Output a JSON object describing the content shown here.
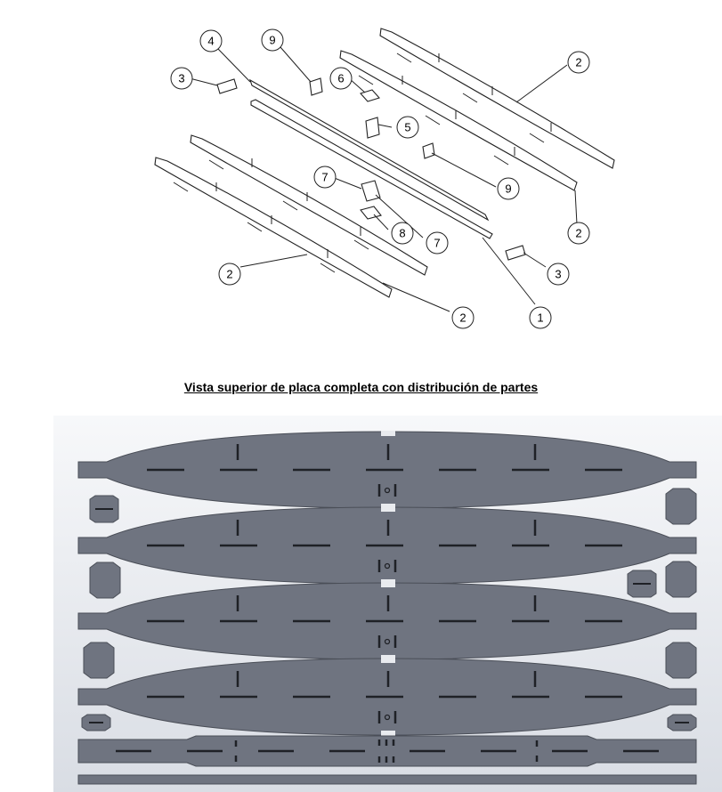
{
  "exploded_view": {
    "callouts": [
      "4",
      "9",
      "3",
      "6",
      "5",
      "9",
      "7",
      "7",
      "8",
      "2",
      "2",
      "2",
      "2",
      "3",
      "1"
    ]
  },
  "caption": "Vista superior de placa completa con distribución de partes",
  "colors": {
    "part_fill": "#6f7480",
    "part_stroke": "#4a4e57",
    "background_top": "#f7f8fa",
    "background_bottom": "#d9dde4",
    "line": "#222222"
  }
}
